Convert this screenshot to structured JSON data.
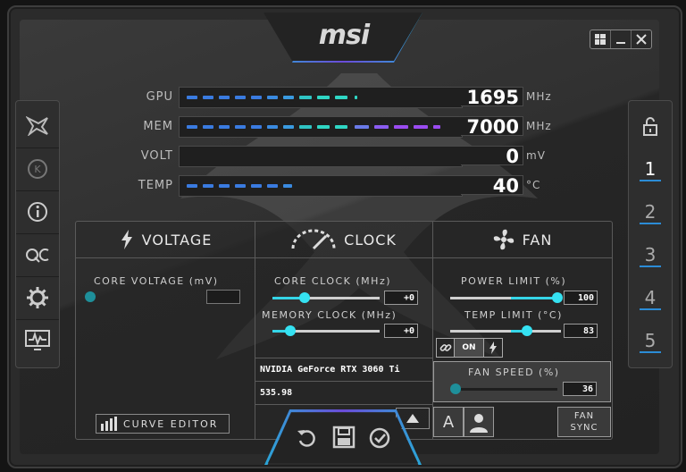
{
  "brand": "msi",
  "meters": [
    {
      "label": "GPU",
      "value": "1695",
      "unit": "MHz"
    },
    {
      "label": "MEM",
      "value": "7000",
      "unit": "MHz"
    },
    {
      "label": "VOLT",
      "value": "0",
      "unit": "mV"
    },
    {
      "label": "TEMP",
      "value": "40",
      "unit": "°C"
    }
  ],
  "profiles": [
    "1",
    "2",
    "3",
    "4",
    "5"
  ],
  "voltage": {
    "title": "VOLTAGE",
    "core_label": "CORE VOLTAGE  (mV)",
    "core_value": "",
    "curve_editor": "CURVE EDITOR"
  },
  "clock": {
    "title": "CLOCK",
    "core_label": "CORE CLOCK (MHz)",
    "core_value": "+0",
    "mem_label": "MEMORY CLOCK (MHz)",
    "mem_value": "+0",
    "gpu_name": "NVIDIA GeForce RTX 3060 Ti",
    "driver": "535.98"
  },
  "fan": {
    "title": "FAN",
    "power_label": "POWER LIMIT (%)",
    "power_value": "100",
    "temp_label": "TEMP LIMIT (°C)",
    "temp_value": "83",
    "link_toggle": "ON",
    "fan_speed_label": "FAN SPEED (%)",
    "fan_speed_value": "36",
    "auto_label": "A",
    "fan_sync": "FAN\nSYNC"
  },
  "colors": {
    "accent": "#35e2f2",
    "blue_seg": "#3a7be0",
    "teal_seg": "#2fd6c4",
    "purple_seg": "#9a4cf0"
  }
}
